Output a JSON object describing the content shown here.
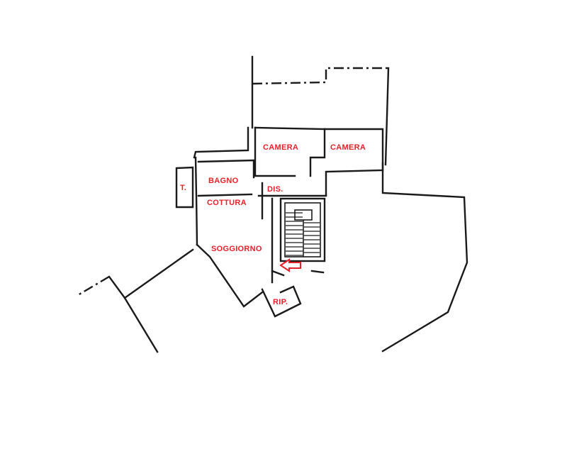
{
  "rooms": {
    "camera_1": "CAMERA",
    "camera_2": "CAMERA",
    "bagno": "BAGNO",
    "dis": "DIS.",
    "t": "T.",
    "cottura": "COTTURA",
    "soggiorno": "SOGGIORNO",
    "rip": "RIP."
  },
  "colors": {
    "label": "#e8202a",
    "wall": "#1a1a1a"
  },
  "icons": {
    "entrance": "left-arrow-icon"
  }
}
